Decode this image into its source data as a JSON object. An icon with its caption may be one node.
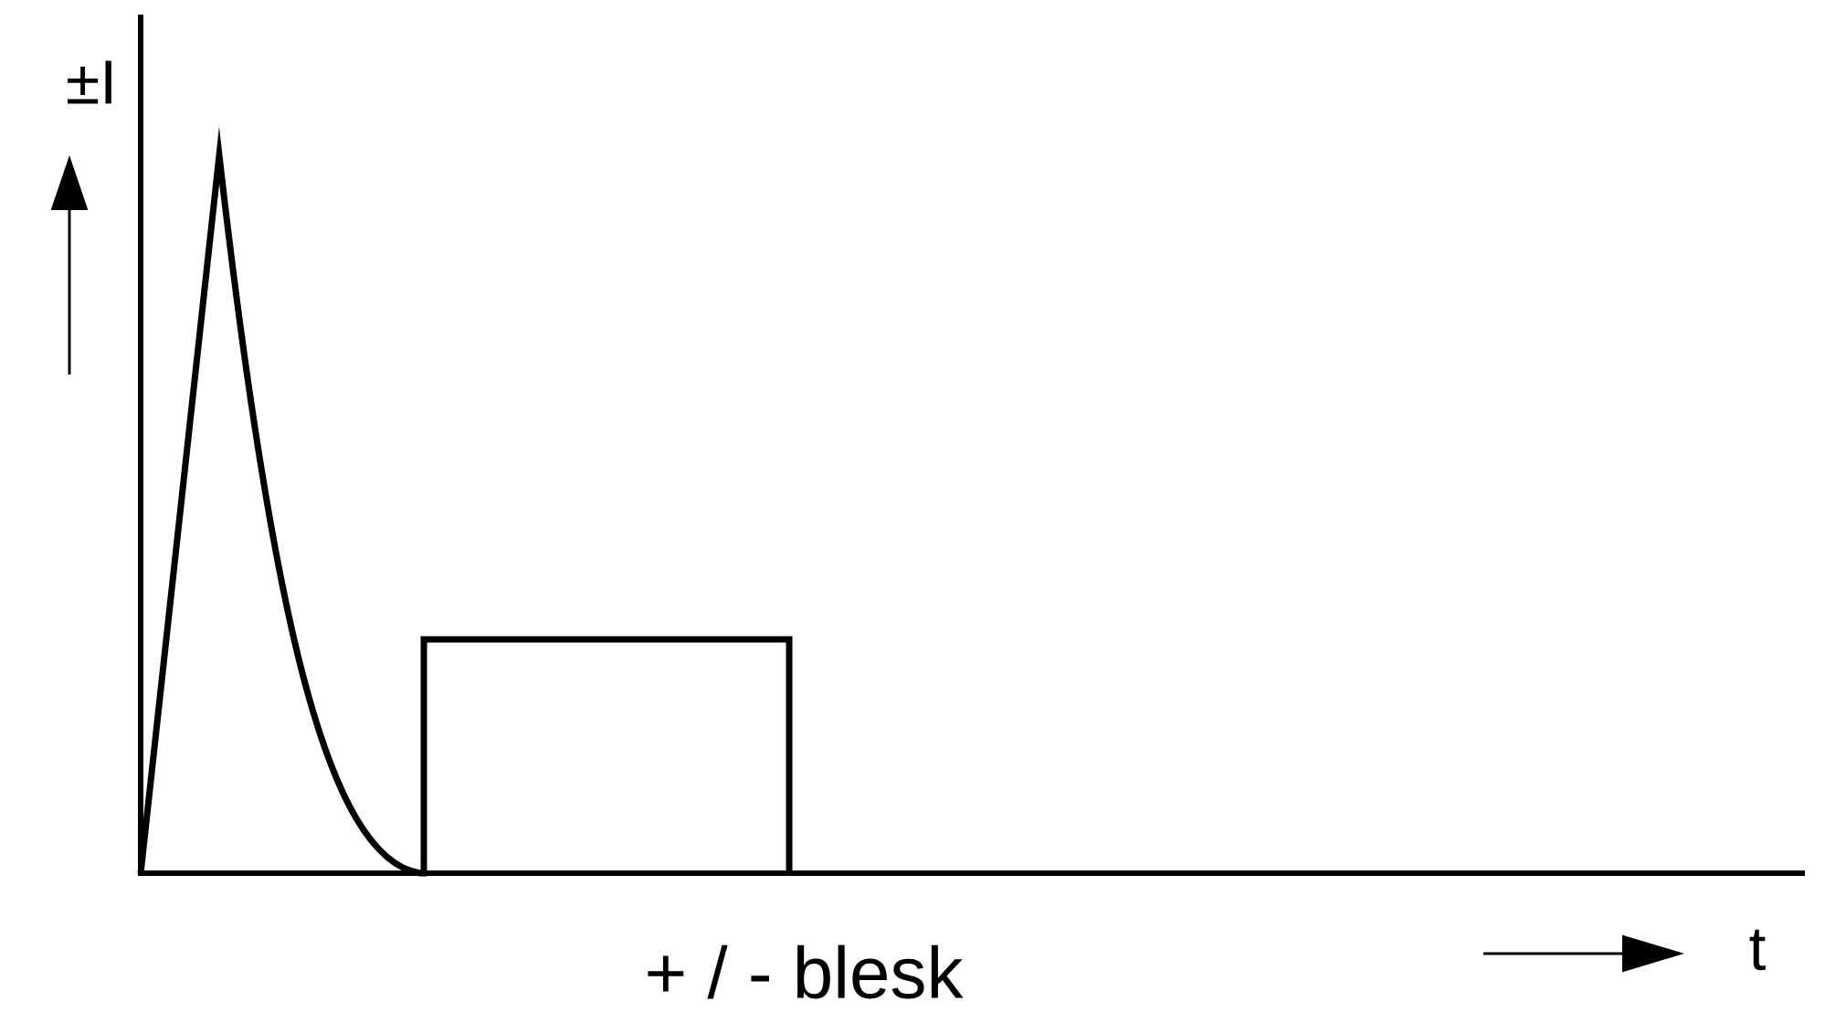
{
  "diagram": {
    "labels": [
      "±I",
      "+ / - blesk",
      "t"
    ]
  }
}
